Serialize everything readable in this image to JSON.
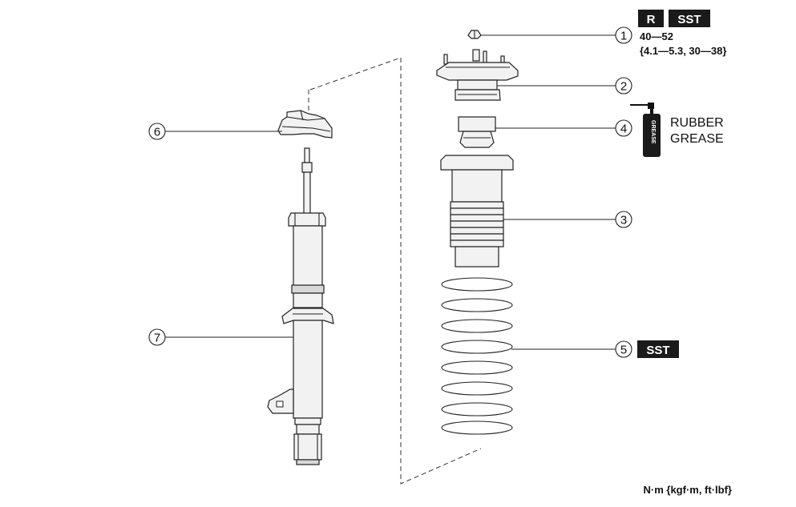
{
  "callouts": [
    {
      "num": "1"
    },
    {
      "num": "2"
    },
    {
      "num": "3"
    },
    {
      "num": "4"
    },
    {
      "num": "5"
    },
    {
      "num": "6"
    },
    {
      "num": "7"
    }
  ],
  "badges": {
    "replace": "R",
    "sst_top": "SST",
    "sst_spring": "SST"
  },
  "torque": {
    "line1": "40—52",
    "line2": "{4.1—5.3, 30—38}"
  },
  "grease": {
    "line1": "RUBBER",
    "line2": "GREASE",
    "can_label": "GREASE"
  },
  "units_note": "N·m {kgf·m, ft·lbf}"
}
